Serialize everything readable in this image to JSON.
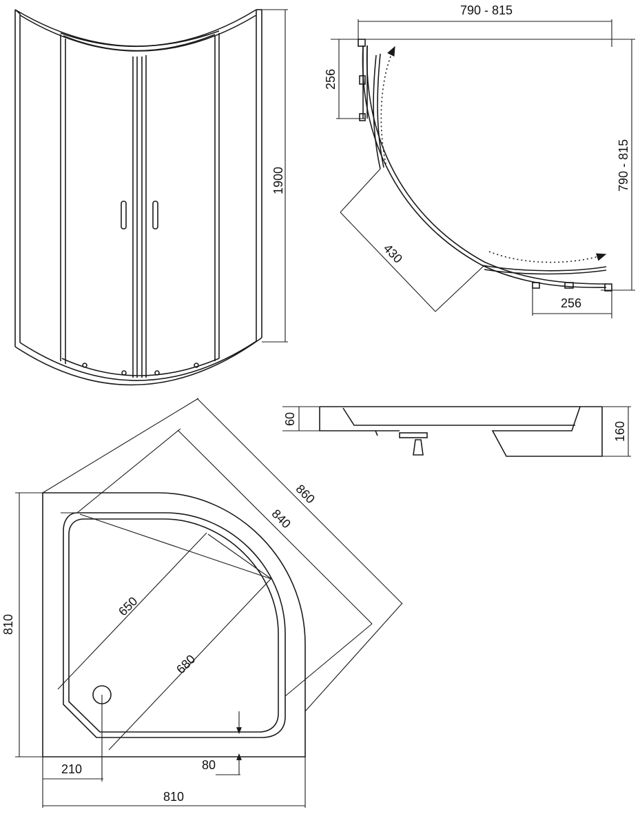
{
  "enclosure_view": {
    "height_label": "1900"
  },
  "top_view": {
    "width_label": "790 - 815",
    "depth_label": "790 - 815",
    "fixed_panel_left_label": "256",
    "fixed_panel_bottom_label": "256",
    "opening_label": "430"
  },
  "side_view": {
    "rim_height_label": "60",
    "total_height_label": "160"
  },
  "tray_plan": {
    "outer_diagonal_label": "860",
    "inner_diagonal_label": "840",
    "basin_diag_1_label": "650",
    "basin_diag_2_label": "680",
    "width_label": "810",
    "depth_label": "810",
    "drain_offset_label": "210",
    "rim_label": "80"
  }
}
